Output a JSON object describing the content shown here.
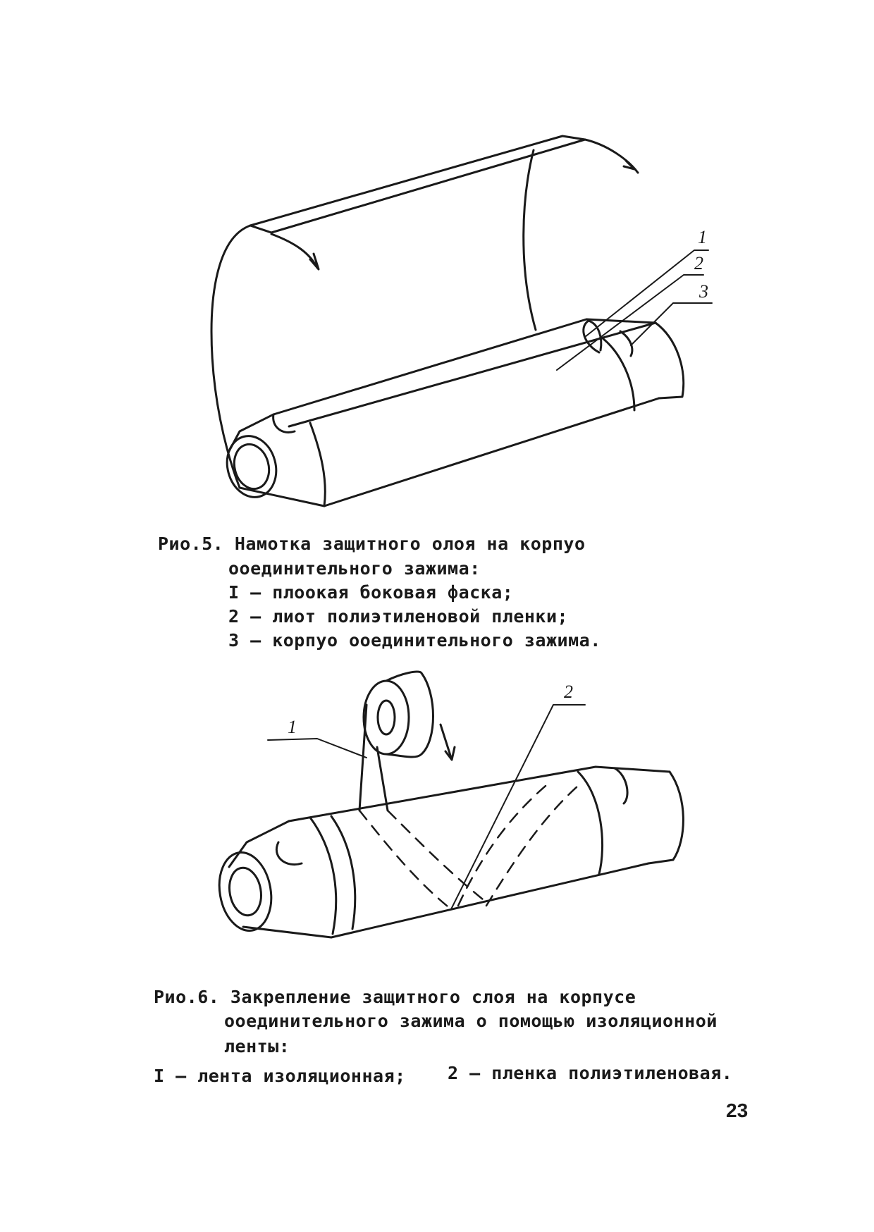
{
  "figure5": {
    "labels": [
      "1",
      "2",
      "3"
    ],
    "caption_title": "Рио.5. Намотка защитного олоя на корпуо",
    "caption_line2": "ооединительного зажима:",
    "items": [
      "I – плоокая боковая фаска;",
      "2 – лиот полиэтиленовой пленки;",
      "3 – корпуо ооединительного зажима."
    ]
  },
  "figure6": {
    "labels": [
      "1",
      "2"
    ],
    "caption_title": "Рио.6. Закрепление защитного слоя на корпусе",
    "caption_line2": "ооединительного зажима о помощью изоляционной",
    "caption_line3": "ленты:",
    "item_1": "I – лента изоляционная;",
    "item_2": "2 – пленка полиэтиленовая."
  },
  "page_number": "23"
}
